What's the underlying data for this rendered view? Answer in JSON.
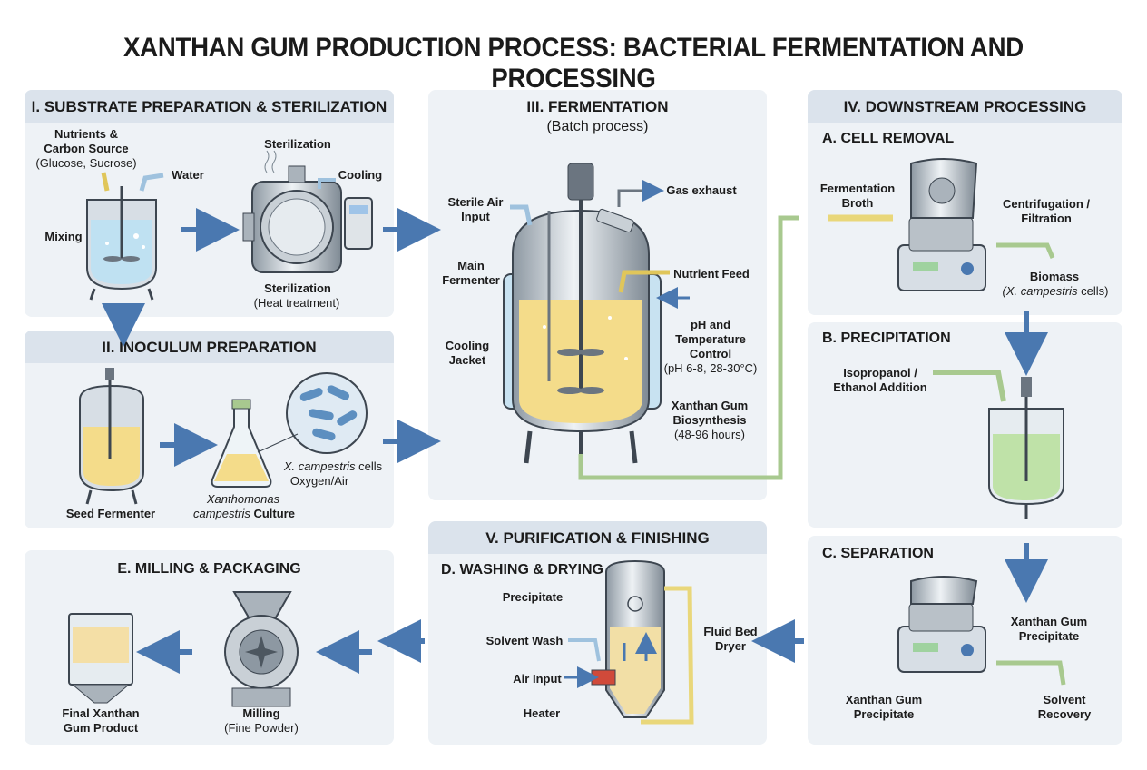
{
  "title": "XANTHAN GUM PRODUCTION PROCESS: BACTERIAL FERMENTATION AND PROCESSING",
  "colors": {
    "panel": "#eef2f6",
    "header": "#dbe3ec",
    "arrow_blue": "#4a78b0",
    "arrow_yellow": "#e9d77a",
    "arrow_green": "#a8c98f",
    "broth": "#f4dc8a",
    "liquid_blue": "#bfe1f2",
    "ethanol": "#bfe2a8"
  },
  "s1": {
    "title": "I. SUBSTRATE PREPARATION & STERILIZATION",
    "nutrients": "Nutrients &",
    "carbon": "Carbon Source",
    "carbon_detail": "(Glucose, Sucrose)",
    "water": "Water",
    "mixing": "Mixing",
    "sterilization_top": "Sterilization",
    "cooling": "Cooling",
    "sterilization_bottom": "Sterilization",
    "heat": "(Heat treatment)"
  },
  "s2": {
    "title": "II. INOCULUM PREPARATION",
    "seed": "Seed Fermenter",
    "culture_1": "Xanthomonas",
    "culture_2a": "campestris",
    "culture_2b": " Culture",
    "cells_a": "X. campestris",
    "cells_b": " cells",
    "oxygen": "Oxygen/Air"
  },
  "s3": {
    "title": "III. FERMENTATION",
    "subtitle": "(Batch process)",
    "air_1": "Sterile Air",
    "air_2": "Input",
    "gas": "Gas exhaust",
    "main_1": "Main",
    "main_2": "Fermenter",
    "nutrient_feed": "Nutrient Feed",
    "ph_1": "pH and",
    "ph_2": "Temperature",
    "ph_3": "Control",
    "ph_4": "(pH 6-8, 28-30°C)",
    "cool_1": "Cooling",
    "cool_2": "Jacket",
    "bio_1": "Xanthan Gum",
    "bio_2": "Biosynthesis",
    "bio_3": "(48-96 hours)"
  },
  "s4": {
    "title": "IV. DOWNSTREAM PROCESSING",
    "a_title": "A. CELL REMOVAL",
    "broth_1": "Fermentation",
    "broth_2": "Broth",
    "centri_1": "Centrifugation /",
    "centri_2": "Filtration",
    "biomass": "Biomass",
    "biomass_a": "(X. campestris",
    "biomass_b": " cells)",
    "b_title": "B. PRECIPITATION",
    "iso_1": "Isopropanol /",
    "iso_2": "Ethanol Addition",
    "c_title": "C. SEPARATION",
    "xgp_1": "Xanthan Gum",
    "xgp_2": "Precipitate",
    "xgp2_1": "Xanthan Gum",
    "xgp2_2": "Precipitate",
    "solvent_1": "Solvent",
    "solvent_2": "Recovery"
  },
  "s5": {
    "title": "V. PURIFICATION & FINISHING",
    "d_title": "D. WASHING & DRYING",
    "precipitate": "Precipitate",
    "wash": "Solvent Wash",
    "air": "Air Input",
    "heater": "Heater",
    "dryer_1": "Fluid Bed",
    "dryer_2": "Dryer"
  },
  "s6": {
    "title": "E. MILLING & PACKAGING",
    "final_1": "Final Xanthan",
    "final_2": "Gum Product",
    "milling": "Milling",
    "powder": "(Fine Powder)"
  }
}
